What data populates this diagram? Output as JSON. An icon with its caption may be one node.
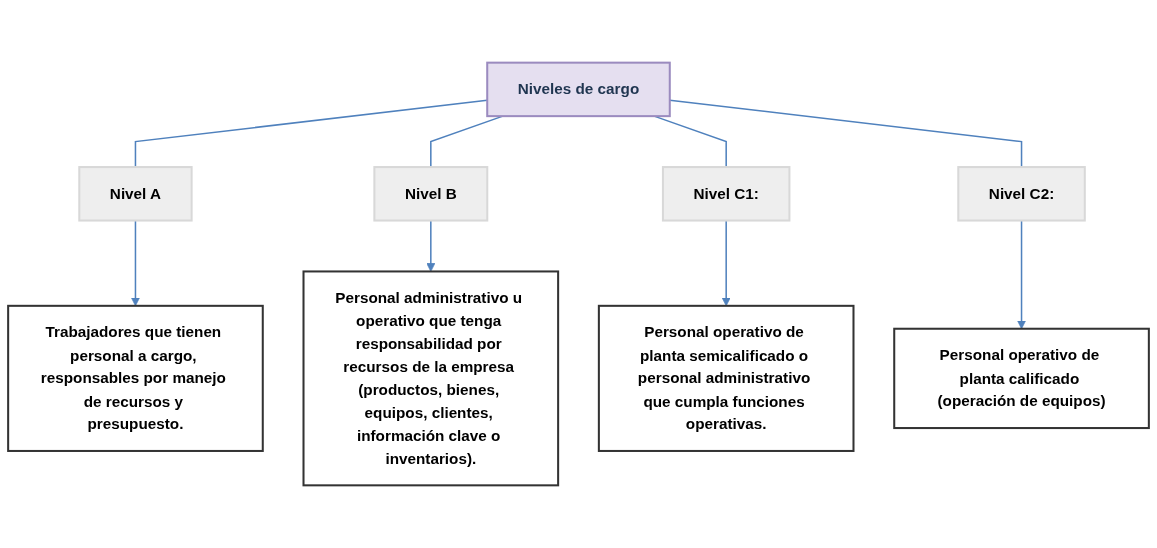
{
  "diagram": {
    "nodes": [
      {
        "text": [
          "Niveles de cargo"
        ]
      },
      {
        "text": [
          "Nivel A"
        ]
      },
      {
        "text": [
          "Nivel B"
        ]
      },
      {
        "text": [
          "Nivel C1:"
        ]
      },
      {
        "text": [
          "Nivel C2:"
        ]
      },
      {
        "text": [
          "Trabajadores que tienen personal a cargo, responsables por manejo de recursos y presupuesto."
        ]
      },
      {
        "text": [
          "Personal administrativo u operativo que tenga responsabilidad por recursos de la empresa (productos, bienes, equipos, clientes, información clave o inventarios)."
        ]
      },
      {
        "text": [
          "Personal operativo de planta semicalificado o personal administrativo que cumpla funciones operativas."
        ]
      },
      {
        "text": [
          "Personal operativo de planta calificado (operación de equipos)"
        ]
      }
    ],
    "edges": [
      {
        "from": 0,
        "to": 1,
        "arrow": "none"
      },
      {
        "from": 0,
        "to": 2,
        "arrow": "none"
      },
      {
        "from": 0,
        "to": 3,
        "arrow": "none"
      },
      {
        "from": 0,
        "to": 4,
        "arrow": "none"
      },
      {
        "from": 1,
        "to": 5,
        "arrow": "to"
      },
      {
        "from": 2,
        "to": 6,
        "arrow": "to"
      },
      {
        "from": 3,
        "to": 7,
        "arrow": "to"
      },
      {
        "from": 4,
        "to": 8,
        "arrow": "to"
      }
    ]
  }
}
